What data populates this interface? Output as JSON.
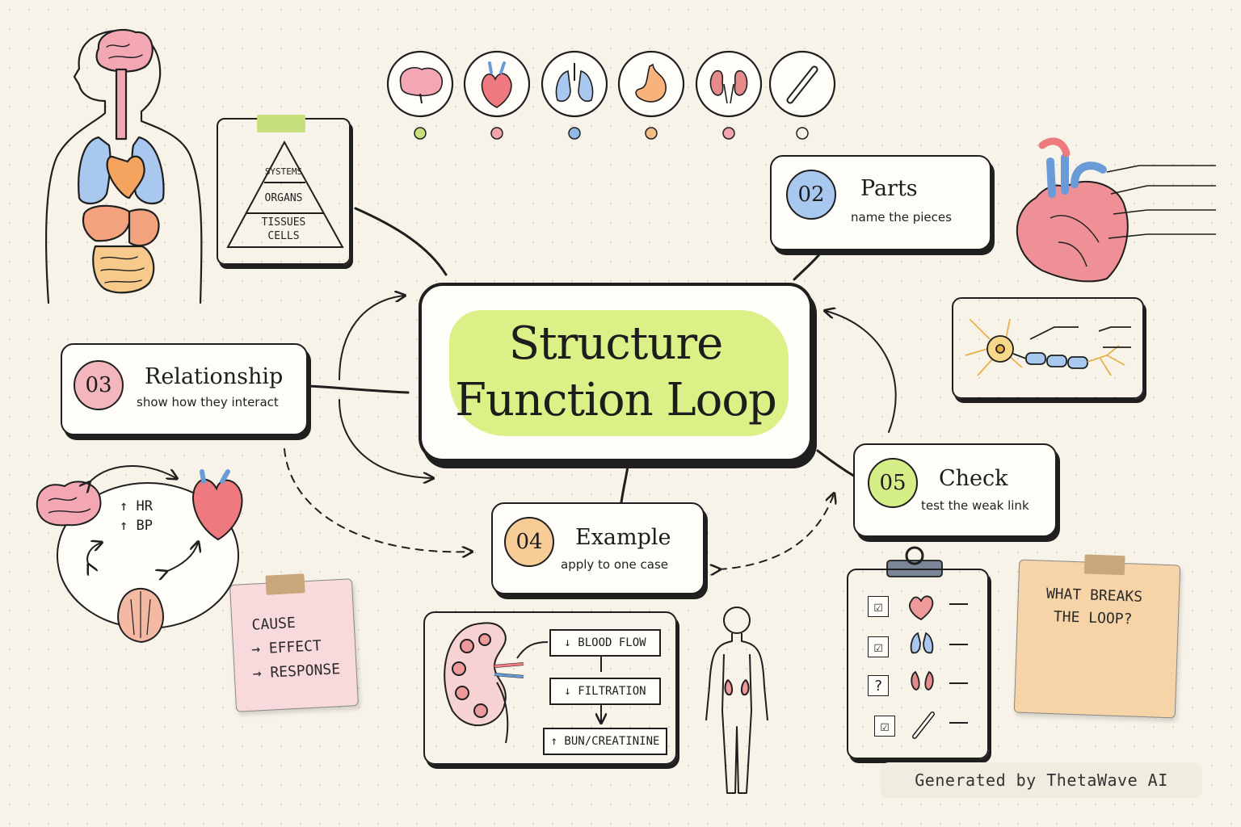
{
  "central": {
    "line1": "Structure",
    "line2": "Function Loop"
  },
  "organ_icons": [
    {
      "name": "brain-icon",
      "dot_color": "#c8e07c"
    },
    {
      "name": "heart-icon",
      "dot_color": "#f0a4ad"
    },
    {
      "name": "lungs-icon",
      "dot_color": "#8fb8e6"
    },
    {
      "name": "stomach-icon",
      "dot_color": "#f4bd85"
    },
    {
      "name": "kidneys-icon",
      "dot_color": "#f0a4ad"
    },
    {
      "name": "bone-icon",
      "dot_color": "#f8f3e8"
    }
  ],
  "pyramid": {
    "levels": [
      "SYSTEMS",
      "ORGANS",
      "TISSUES",
      "CELLS"
    ],
    "tape_color": "#c8e07c"
  },
  "steps": [
    {
      "num": "02",
      "title": "Parts",
      "subtitle": "name the pieces",
      "color": "#a9c8f0"
    },
    {
      "num": "03",
      "title": "Relationship",
      "subtitle": "show how they interact",
      "color": "#f3b6bd"
    },
    {
      "num": "04",
      "title": "Example",
      "subtitle": "apply to one case",
      "color": "#f7cc97"
    },
    {
      "num": "05",
      "title": "Check",
      "subtitle": "test the weak link",
      "color": "#d5ee85"
    }
  ],
  "interaction": {
    "lines": [
      "↑ HR",
      "↑ BP"
    ]
  },
  "cause_note": {
    "lines": [
      "CAUSE",
      "→ EFFECT",
      "→ RESPONSE"
    ],
    "color": "#f8d9dc"
  },
  "example_flow": {
    "steps": [
      "↓ BLOOD FLOW",
      "↓ FILTRATION",
      "↑ BUN/CREATININE"
    ]
  },
  "checklist": {
    "marks": [
      "☑",
      "☑",
      "?",
      "☑"
    ]
  },
  "breaks_note": {
    "lines": [
      "WHAT BREAKS",
      "THE LOOP?"
    ],
    "color": "#f7d4a8"
  },
  "watermark": "Generated by ThetaWave AI"
}
